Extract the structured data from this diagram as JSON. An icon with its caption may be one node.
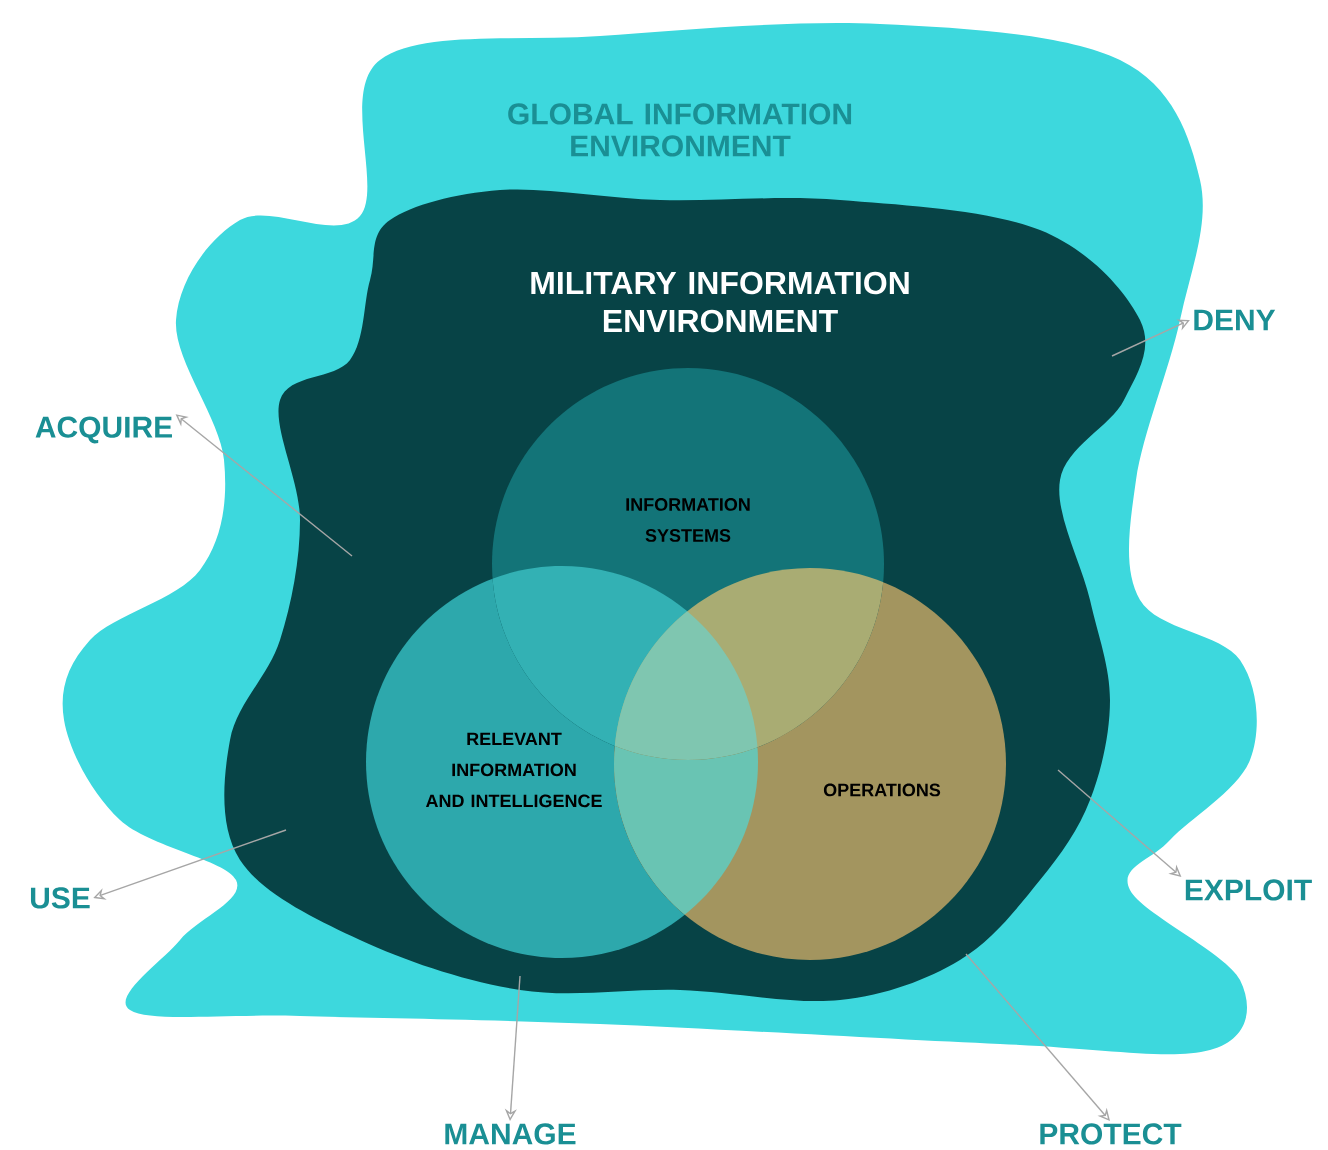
{
  "diagram": {
    "nodes": [
      {
        "text": [
          "GLOBAL INFORMATION ENVIRONMENT"
        ]
      },
      {
        "text": [
          "MILITARY INFORMATION ENVIRONMENT"
        ],
        "in": 0
      },
      {
        "text": [
          "INFORMATION SYSTEMS"
        ],
        "in": 1
      },
      {
        "text": [
          "RELEVANT INFORMATION AND INTELLIGENCE"
        ],
        "in": 1
      },
      {
        "text": [
          "OPERATIONS"
        ],
        "in": 1
      },
      {
        "text": [
          "ACQUIRE"
        ]
      },
      {
        "text": [
          "DENY"
        ]
      },
      {
        "text": [
          "USE"
        ]
      },
      {
        "text": [
          "EXPLOIT"
        ]
      },
      {
        "text": [
          "MANAGE"
        ]
      },
      {
        "text": [
          "PROTECT"
        ]
      }
    ],
    "edges": [
      {
        "from": 1,
        "to": 5,
        "arrow": "to"
      },
      {
        "from": 1,
        "to": 6,
        "arrow": "to"
      },
      {
        "from": 1,
        "to": 7,
        "arrow": "to"
      },
      {
        "from": 1,
        "to": 8,
        "arrow": "to"
      },
      {
        "from": 1,
        "to": 9,
        "arrow": "to"
      },
      {
        "from": 1,
        "to": 10,
        "arrow": "to"
      }
    ]
  }
}
